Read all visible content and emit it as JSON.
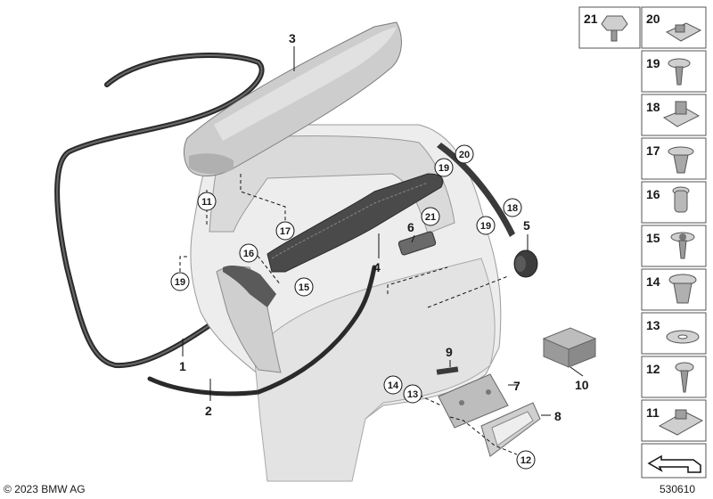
{
  "callouts": {
    "c1": "1",
    "c2": "2",
    "c3": "3",
    "c4": "4",
    "c5": "5",
    "c6": "6",
    "c7": "7",
    "c8": "8",
    "c9": "9",
    "c10": "10",
    "c11": "11",
    "c12": "12",
    "c13": "13",
    "c14": "14",
    "c15": "15",
    "c16": "16",
    "c17": "17",
    "c18": "18",
    "c19": "19",
    "c20": "20",
    "c21": "21"
  },
  "sidebar": {
    "row1_left": "21",
    "row1_right": "20",
    "items": [
      "19",
      "18",
      "17",
      "16",
      "15",
      "14",
      "13",
      "12",
      "11"
    ]
  },
  "footer": {
    "copyright": "© 2023 BMW AG",
    "diagram_number": "530610"
  },
  "colors": {
    "part_light": "#e6e6e6",
    "part_mid": "#cfcfcf",
    "part_dark": "#3a3a3a",
    "line": "#111111"
  }
}
